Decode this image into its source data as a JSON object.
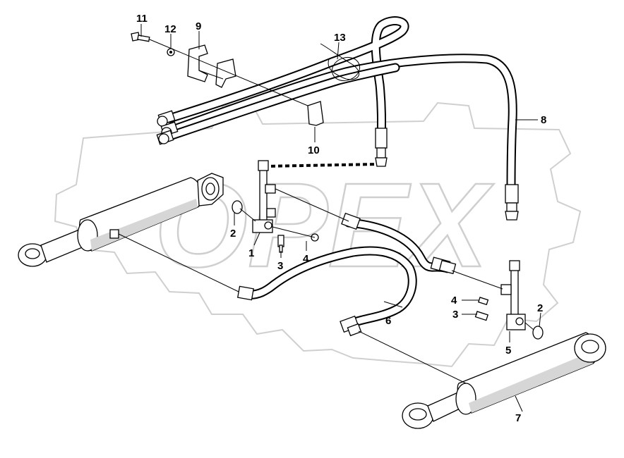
{
  "watermark": {
    "text": "OPEX",
    "stroke_color": "#cfcfcf"
  },
  "callouts": [
    {
      "id": "c11",
      "label": "11"
    },
    {
      "id": "c12",
      "label": "12"
    },
    {
      "id": "c9",
      "label": "9"
    },
    {
      "id": "c13",
      "label": "13"
    },
    {
      "id": "c8",
      "label": "8"
    },
    {
      "id": "c10",
      "label": "10"
    },
    {
      "id": "c2a",
      "label": "2"
    },
    {
      "id": "c1",
      "label": "1"
    },
    {
      "id": "c3a",
      "label": "3"
    },
    {
      "id": "c4a",
      "label": "4"
    },
    {
      "id": "c4b",
      "label": "4"
    },
    {
      "id": "c3b",
      "label": "3"
    },
    {
      "id": "c2b",
      "label": "2"
    },
    {
      "id": "c5",
      "label": "5"
    },
    {
      "id": "c6",
      "label": "6"
    },
    {
      "id": "c7",
      "label": "7"
    }
  ]
}
